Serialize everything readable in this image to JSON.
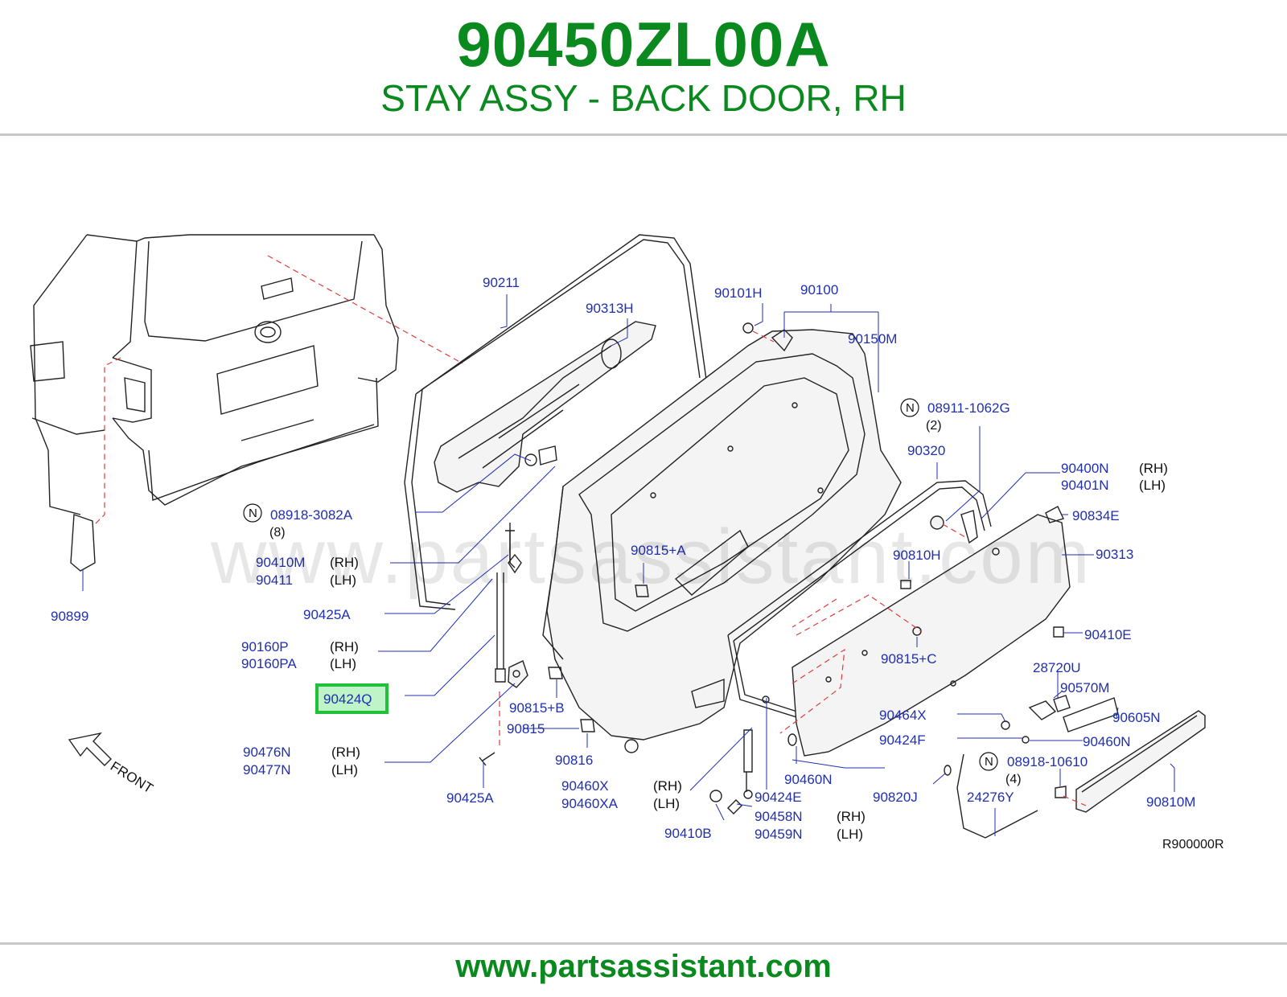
{
  "header": {
    "part_number": "90450ZL00A",
    "description": "STAY ASSY - BACK DOOR, RH"
  },
  "footer": {
    "url": "www.partsassistant.com"
  },
  "watermark": "www.partsassistant.com",
  "diagram": {
    "highlighted_part": "90424Q",
    "front_label": "FRONT",
    "reference_code": "R900000R",
    "colors": {
      "label": "#1f2fb0",
      "title": "#0a8a1e",
      "highlight": "#22c03a",
      "dash": "#e03c3c"
    },
    "labels": {
      "p90211": "90211",
      "p90313H": "90313H",
      "p90101H": "90101H",
      "p90100": "90100",
      "p90150M": "90150M",
      "p08911": "08911-1062G",
      "q08911": "(2)",
      "p90320": "90320",
      "p90400N": "90400N",
      "p90401N": "90401N",
      "p90834E": "90834E",
      "p90313": "90313",
      "p08918a": "08918-3082A",
      "q08918a": "(8)",
      "p90410M": "90410M",
      "p90411": "90411",
      "p90425A1": "90425A",
      "p90160P": "90160P",
      "p90160PA": "90160PA",
      "p90424Q": "90424Q",
      "p90815A": "90815+A",
      "p90810H": "90810H",
      "p90410E": "90410E",
      "p90815C": "90815+C",
      "p28720U": "28720U",
      "p90570M": "90570M",
      "p90605N": "90605N",
      "p90464X": "90464X",
      "p90460N_r": "90460N",
      "p90424F": "90424F",
      "p08918b": "08918-10610",
      "q08918b": "(4)",
      "p90815B": "90815+B",
      "p90815": "90815",
      "p90816": "90816",
      "p90476N": "90476N",
      "p90477N": "90477N",
      "p90425A2": "90425A",
      "p90460X": "90460X",
      "p90460XA": "90460XA",
      "p90424E": "90424E",
      "p90460N_c": "90460N",
      "p90820J": "90820J",
      "p24276Y": "24276Y",
      "p90810M": "90810M",
      "p90410B": "90410B",
      "p90458N": "90458N",
      "p90459N": "90459N",
      "p90899": "90899"
    },
    "side": {
      "rh": "(RH)",
      "lh": "(LH)"
    },
    "n_marker": "N"
  }
}
